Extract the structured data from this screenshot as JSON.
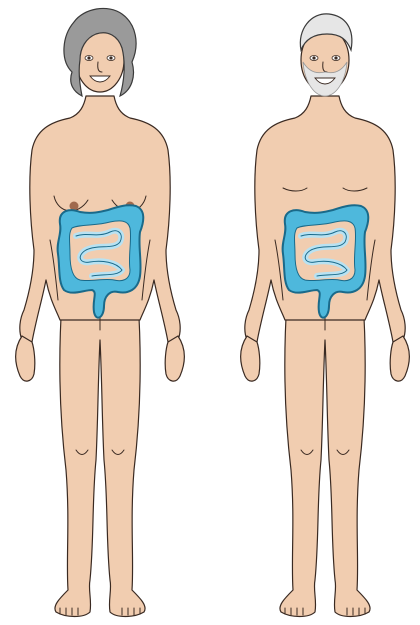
{
  "figures": [
    {
      "id": "female",
      "hair": "gray-curly",
      "beard": false
    },
    {
      "id": "male",
      "hair": "white-short",
      "beard": true
    }
  ],
  "colors": {
    "skin": "#f1cdb0",
    "outline": "#3a2a22",
    "colon_fill": "#4eb8dc",
    "colon_outline": "#1a6a8a",
    "small_intestine": "#b8e2f2",
    "female_hair": "#9a9a9a",
    "male_hair": "#e6e6e6",
    "nipple": "#a06a4e"
  },
  "icons": [
    "colon-icon",
    "small-intestine-icon"
  ]
}
